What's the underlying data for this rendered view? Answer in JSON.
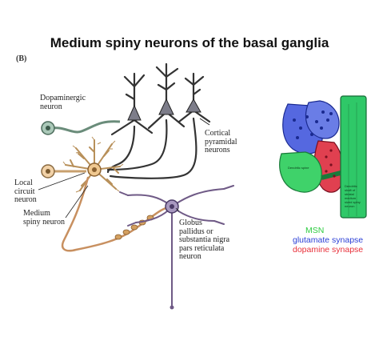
{
  "title": "Medium spiny neurons of the basal ganglia",
  "panel_letter": "(B)",
  "labels": {
    "dopaminergic": [
      "Dopaminergic",
      "neuron"
    ],
    "cortical": [
      "Cortical",
      "pyramidal",
      "neurons"
    ],
    "local": [
      "Local",
      "circuit",
      "neuron"
    ],
    "medium": [
      "Medium",
      "spiny neuron"
    ],
    "globus": [
      "Globus",
      "pallidus or",
      "substantia nigra",
      "pars reticulata",
      "neuron"
    ]
  },
  "synapse_text": {
    "spine": "Dendritic spine",
    "shaft": "Dendritic shaft of striatal medium sized spiny neuron"
  },
  "legend": [
    {
      "text": "MSN",
      "color": "#2ecc40"
    },
    {
      "text": "glutamate synapse",
      "color": "#2b3fd6"
    },
    {
      "text": "dopamine synapse",
      "color": "#e8303a"
    }
  ]
}
